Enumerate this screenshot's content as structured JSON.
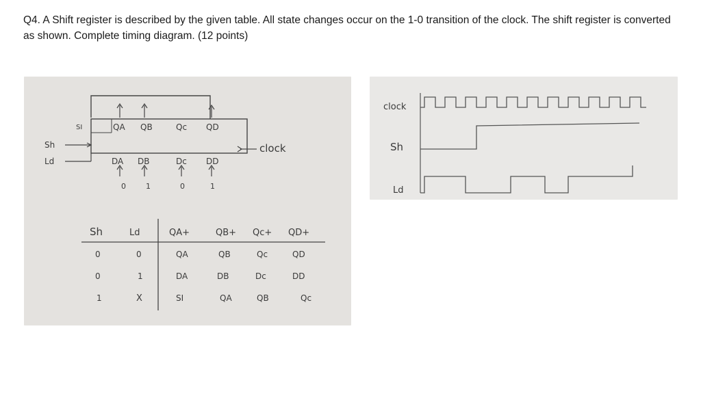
{
  "question": {
    "text": "Q4. A Shift register is described by the given table. All state changes occur on the 1-0 transition of the clock. The shift register is converted as shown. Complete timing diagram. (12 points)"
  },
  "register": {
    "si_label": "SI",
    "outputs": [
      "QA",
      "QB",
      "Qc",
      "QD"
    ],
    "inputs": [
      "DA",
      "DB",
      "Dc",
      "DD"
    ],
    "input_values": [
      "0",
      "1",
      "0",
      "1"
    ],
    "sh_label": "Sh",
    "ld_label": "Ld",
    "clock_label": "clock"
  },
  "table": {
    "headers": [
      "Sh",
      "Ld",
      "QA+",
      "QB+",
      "Qc+",
      "QD+"
    ],
    "rows": [
      [
        "0",
        "0",
        "QA",
        "QB",
        "Qc",
        "QD"
      ],
      [
        "0",
        "1",
        "DA",
        "DB",
        "Dc",
        "DD"
      ],
      [
        "1",
        "X",
        "SI",
        "QA",
        "QB",
        "Qc"
      ]
    ]
  },
  "timing": {
    "clock_label": "clock",
    "sh_label": "Sh",
    "ld_label": "Ld"
  }
}
